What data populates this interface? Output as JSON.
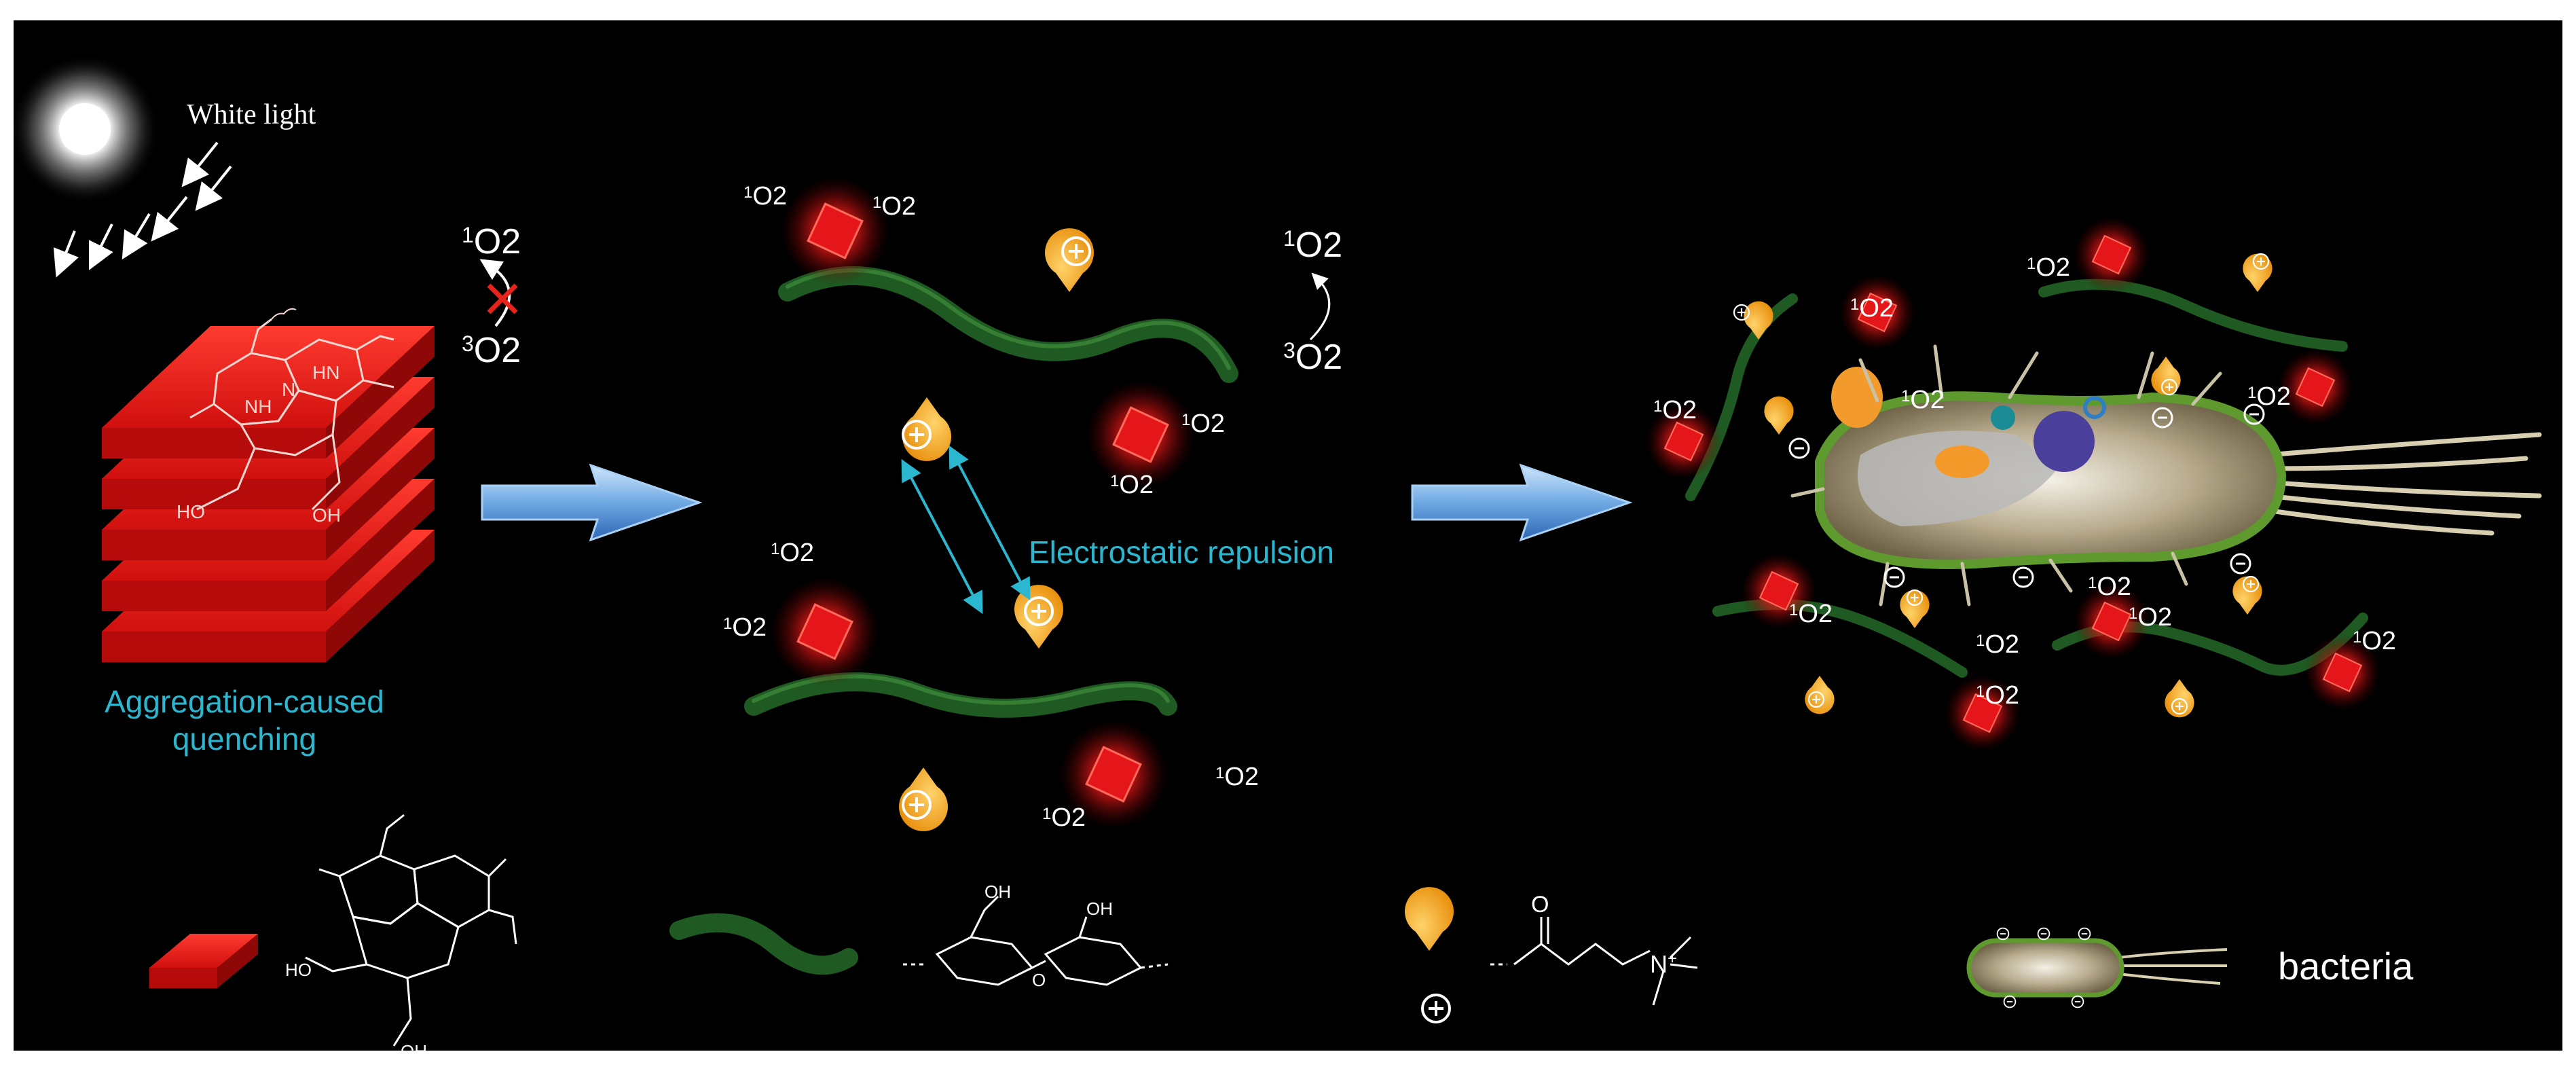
{
  "light": {
    "label": "White light"
  },
  "acq": {
    "line1": "Aggregation-caused",
    "line2": "quenching"
  },
  "singlet_oxygen": {
    "mass": "1",
    "formula": "O2"
  },
  "triplet_oxygen": {
    "mass": "3",
    "formula": "O2"
  },
  "repulsion_label": "Electrostatic repulsion",
  "legend": {
    "bacteria_label": "bacteria",
    "charge_symbol": "⊕"
  },
  "chem": {
    "nh": "NH",
    "n": "N",
    "hn": "HN",
    "oh": "OH",
    "ho": "HO",
    "o": "O",
    "n_plus": "N",
    "plus": "+"
  },
  "colors": {
    "background": "#000000",
    "porphyrin": "#e3171b",
    "chain": "#1f5a22",
    "cation": "#f3a51c",
    "arrow": "#7fb8ea",
    "accent_text": "#2bb7cf"
  }
}
